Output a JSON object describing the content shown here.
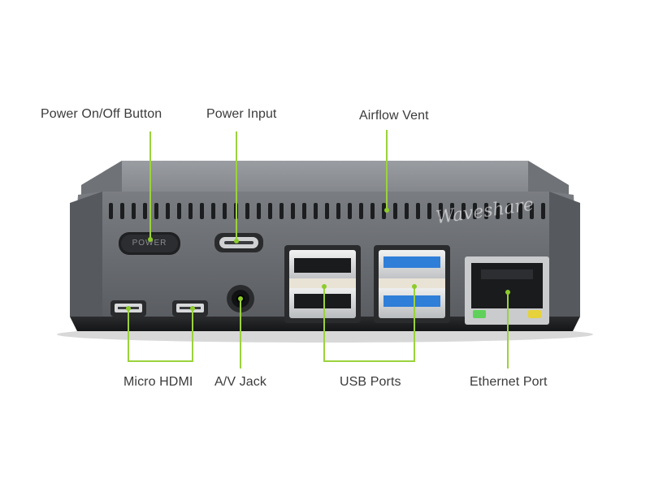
{
  "labels": {
    "power_button": "Power On/Off Button",
    "power_input": "Power Input",
    "airflow_vent": "Airflow Vent",
    "micro_hdmi": "Micro HDMI",
    "av_jack": "A/V Jack",
    "usb_ports": "USB Ports",
    "ethernet_port": "Ethernet Port"
  },
  "device": {
    "button_text": "POWER",
    "watermark_text": "Waveshare"
  },
  "colors": {
    "callout_line": "#9bd23c",
    "case_body": "#6e7175",
    "case_top": "#8b8e92",
    "usb3_blue": "#2f7ed8",
    "ethernet_led_green": "#5fd15a",
    "ethernet_led_yellow": "#e6d23a"
  }
}
